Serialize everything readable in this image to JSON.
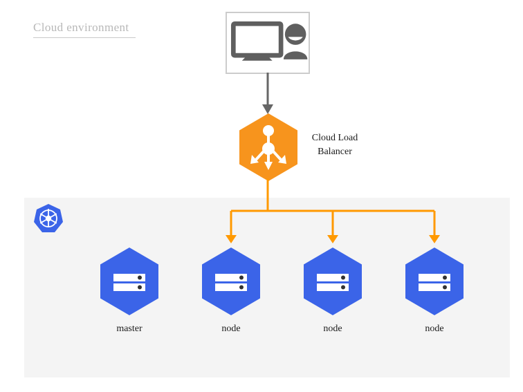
{
  "diagram": {
    "title": "Cloud environment",
    "client": {
      "icon_monitor": "monitor-icon",
      "icon_user": "user-icon"
    },
    "load_balancer": {
      "label_line1": "Cloud Load",
      "label_line2": "Balancer",
      "icon": "load-balancer-distribute-icon",
      "color": "#f7941d"
    },
    "platform": {
      "logo": "kubernetes-icon",
      "logo_color": "#3b64e8",
      "panel_color": "#f4f4f4"
    },
    "nodes": [
      {
        "label": "master",
        "icon": "server-icon",
        "color": "#3b64e8",
        "has_incoming_arrow": false
      },
      {
        "label": "node",
        "icon": "server-icon",
        "color": "#3b64e8",
        "has_incoming_arrow": true
      },
      {
        "label": "node",
        "icon": "server-icon",
        "color": "#3b64e8",
        "has_incoming_arrow": true
      },
      {
        "label": "node",
        "icon": "server-icon",
        "color": "#3b64e8",
        "has_incoming_arrow": true
      }
    ],
    "connectors": {
      "client_to_lb_color": "#666666",
      "lb_to_nodes_color": "#ff9900"
    }
  }
}
